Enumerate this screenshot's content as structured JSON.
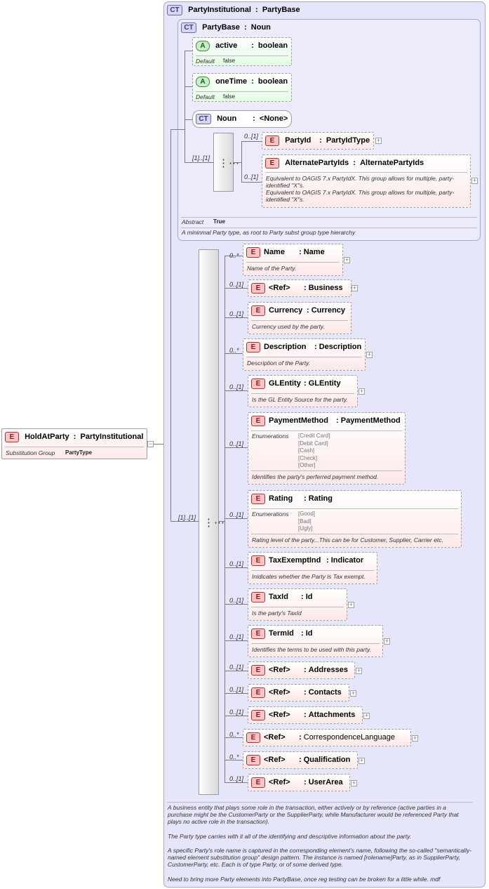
{
  "root": {
    "name": "HoldAtParty",
    "type": "PartyInstitutional",
    "sub_label": "Substitution Group",
    "sub_value": "PartyType"
  },
  "outer": {
    "title": "PartyInstitutional",
    "type": "PartyBase"
  },
  "base": {
    "title": "PartyBase",
    "type": "Noun"
  },
  "attributes": [
    {
      "name": "active",
      "type": "boolean",
      "default_label": "Default",
      "default_value": "false"
    },
    {
      "name": "oneTime",
      "type": "boolean",
      "default_label": "Default",
      "default_value": "false"
    }
  ],
  "noun": {
    "name": "Noun",
    "type": "<None>"
  },
  "base_elements": [
    {
      "occurs": "0..[1]",
      "name": "PartyId",
      "type": "PartyIdType"
    },
    {
      "occurs": "0..[1]",
      "name": "AlternatePartyIds",
      "type": "AlternatePartyIds",
      "doc1": "Equivalent to OAGIS 7.x PartyIdX. This group allows for multiple, party-identified \"X\"s.",
      "doc2": "Equivalent to OAGIS 7.x PartyIdX. This group allows for multiple, party-identified \"X\"s."
    }
  ],
  "base_seq_occurs": "[1]..[1]",
  "base_abstract_label": "Abstract",
  "base_abstract_value": "True",
  "base_doc": "A mininmal Party type, as root to Party subst group type hierarchy",
  "main_seq_occurs": "[1]..[1]",
  "elements": [
    {
      "occurs": "0..*",
      "name": "Name",
      "type": "Name",
      "doc": "Name of the Party."
    },
    {
      "occurs": "0..[1]",
      "name": "<Ref>",
      "type": "Business"
    },
    {
      "occurs": "0..[1]",
      "name": "Currency",
      "type": "Currency",
      "doc": "Currency used by the party."
    },
    {
      "occurs": "0..*",
      "name": "Description",
      "type": "Description",
      "doc": "Description of the Party."
    },
    {
      "occurs": "0..[1]",
      "name": "GLEntity",
      "type": "GLEntity",
      "doc": "Is the GL Entity Source for the party."
    },
    {
      "occurs": "0..[1]",
      "name": "PaymentMethod",
      "type": "PaymentMethod",
      "enum_label": "Enumerations",
      "enums": [
        "[Credit Card]",
        "[Debit Card]",
        "[Cash]",
        "[Check]",
        "[Other]"
      ],
      "doc": "Identifies the party's perferred payment method."
    },
    {
      "occurs": "0..[1]",
      "name": "Rating",
      "type": "Rating",
      "enum_label": "Enumerations",
      "enums": [
        "[Good]",
        "[Bad]",
        "[Ugly]"
      ],
      "doc": "Rating level of the party...This can be for Customer, Supplier, Carrier etc."
    },
    {
      "occurs": "0..[1]",
      "name": "TaxExemptInd",
      "type": "Indicator",
      "doc": "Inidicates whether the Party is Tax exempt."
    },
    {
      "occurs": "0..[1]",
      "name": "TaxId",
      "type": "Id",
      "doc": "Is the party's TaxId"
    },
    {
      "occurs": "0..[1]",
      "name": "TermId",
      "type": "Id",
      "doc": "Identifies the terms to be used with this party."
    },
    {
      "occurs": "0..[1]",
      "name": "<Ref>",
      "type": "Addresses"
    },
    {
      "occurs": "0..[1]",
      "name": "<Ref>",
      "type": "Contacts"
    },
    {
      "occurs": "0..[1]",
      "name": "<Ref>",
      "type": "Attachments"
    },
    {
      "occurs": "0..*",
      "name": "<Ref>",
      "type": "CorrespondenceLanguage"
    },
    {
      "occurs": "0..*",
      "name": "<Ref>",
      "type": "Qualification"
    },
    {
      "occurs": "0..[1]",
      "name": "<Ref>",
      "type": "UserArea"
    }
  ],
  "footer": [
    "A business entity that plays some role in the transaction, either actively or  by reference (active parties  in a purchase might be the CustomerParty or the SupplierParty, while Manufacturer would be referenced Party that plays no active role in the transaction).",
    "The Party type carries with it all of the identifying and descriptive information about the party.",
    "A specific Party's role name is captured in the corresponding element's name, following the so-called \"semantically-named element substitution group\" design pattern. The instance is named [rolename]Party, as in SupplierParty, CustomerParty, etc. Each is of type Party, or of some derived type.",
    "Need to bring more Party elements into PartyBase, once reg testing can be broken for a little while. mdf"
  ],
  "badges": {
    "element": "E",
    "attribute": "A",
    "complex_type": "CT"
  },
  "colors": {
    "outer_bg": "#e6e6fa",
    "element_fill": "#fde8e8",
    "attribute_fill": "#e4fbe4",
    "element_border": "#b23030"
  }
}
